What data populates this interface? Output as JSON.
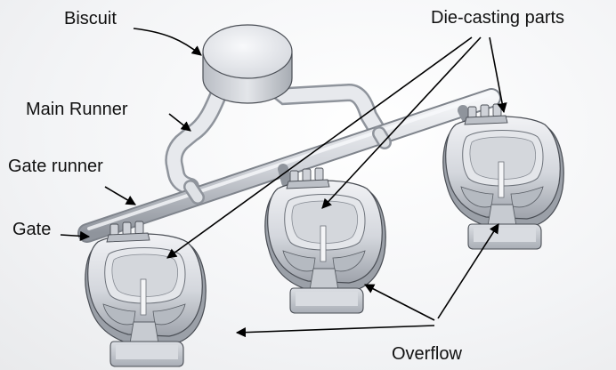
{
  "labels": {
    "biscuit": "Biscuit",
    "main_runner": "Main Runner",
    "gate_runner": "Gate runner",
    "gate": "Gate",
    "die_casting_parts": "Die-casting parts",
    "overflow": "Overflow"
  },
  "colors": {
    "metal_light": "#e6e8ec",
    "metal_mid": "#c4c8cf",
    "metal_dark": "#8e939b",
    "edge": "#4a4e55",
    "arrow": "#000000"
  }
}
